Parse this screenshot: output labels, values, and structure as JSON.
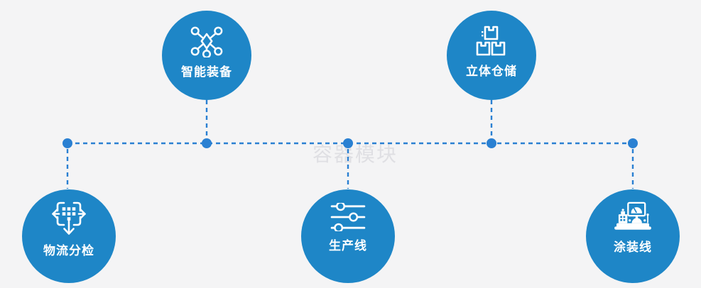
{
  "watermark": "容器模块",
  "colors": {
    "circle": "#1e86c7",
    "line": "#2a80d2",
    "background": "#f4f4f5",
    "icon": "#ffffff",
    "watermark": "#d9d9de"
  },
  "nodes": [
    {
      "id": "smart-equipment",
      "label": "智能装备",
      "icon": "network-nodes-icon",
      "row": "top"
    },
    {
      "id": "stereo-warehouse",
      "label": "立体仓储",
      "icon": "stacked-boxes-icon",
      "row": "top"
    },
    {
      "id": "logistics-sorting",
      "label": "物流分检",
      "icon": "dispatch-arrows-icon",
      "row": "bottom"
    },
    {
      "id": "production-line",
      "label": "生产线",
      "icon": "sliders-icon",
      "row": "bottom"
    },
    {
      "id": "coating-line",
      "label": "涂装线",
      "icon": "control-console-icon",
      "row": "bottom"
    }
  ]
}
